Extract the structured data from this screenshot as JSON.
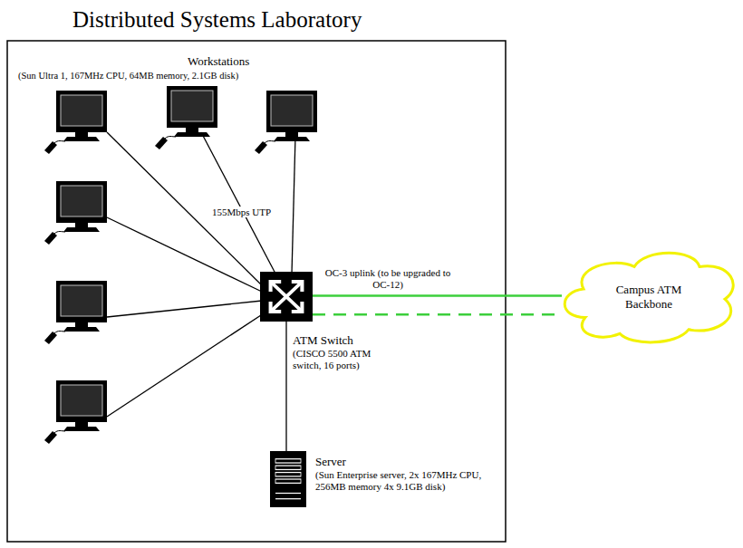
{
  "diagram": {
    "title": "Distributed Systems Laboratory",
    "nodes": [
      {
        "text": [
          "ATM Switch",
          "(CISCO 5500 ATM switch, 16 ports)"
        ]
      },
      {
        "text": [
          "Server",
          "(Sun Enterprise server, 2x 167MHz CPU, 256MB memory 4x 9.1GB disk)"
        ]
      },
      {
        "text": [
          "Campus ATM Backbone"
        ]
      }
    ],
    "edges": [
      {
        "from": 0,
        "to": 1,
        "arrow": "none"
      },
      {
        "from": 0,
        "to": 2,
        "arrow": "none",
        "label": "OC-3 uplink (to be upgraded to OC-12)"
      },
      {
        "from": 0,
        "to": 2,
        "arrow": "none"
      }
    ],
    "labels": [
      "Workstations",
      "(Sun Ultra 1, 167MHz CPU, 64MB memory, 2.1GB disk)",
      "155Mbps UTP"
    ]
  }
}
